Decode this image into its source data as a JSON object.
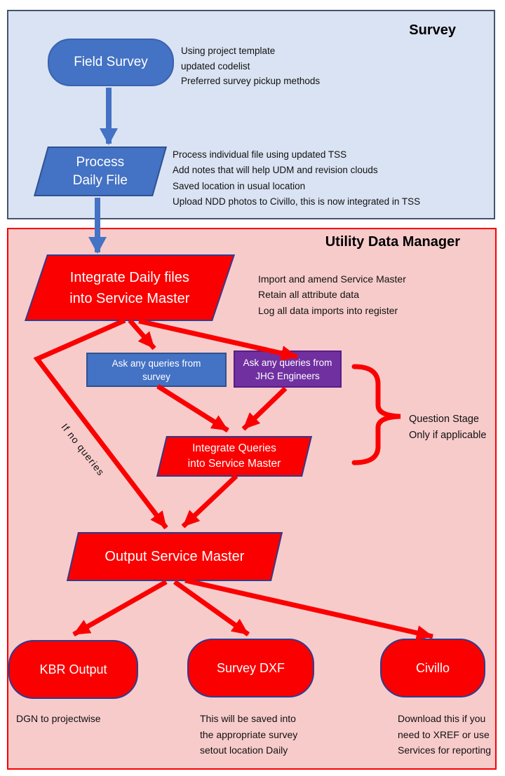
{
  "survey": {
    "title": "Survey",
    "field_survey": {
      "label": "Field Survey"
    },
    "field_survey_notes": [
      "Using project template",
      "updated codelist",
      "Preferred survey pickup methods"
    ],
    "process_daily": {
      "line1": "Process",
      "line2": "Daily File"
    },
    "process_notes": [
      "Process individual file using updated TSS",
      "Add notes that will help UDM and revision clouds",
      "Saved location in usual location",
      "Upload NDD photos to Civillo, this is now integrated in TSS"
    ]
  },
  "udm": {
    "title": "Utility Data Manager",
    "integrate_daily": {
      "line1": "Integrate Daily files",
      "line2": "into Service Master"
    },
    "integrate_daily_notes": [
      "Import and amend Service Master",
      "Retain all attribute data",
      "Log all data imports into register"
    ],
    "ask_survey": {
      "line1": "Ask any queries from",
      "line2": "survey"
    },
    "ask_jhg": {
      "line1": "Ask any queries from",
      "line2": "JHG Engineers"
    },
    "if_no_queries": "If no queries",
    "question_stage": [
      "Question Stage",
      "Only if applicable"
    ],
    "integrate_queries": {
      "line1": "Integrate Queries",
      "line2": "into Service Master"
    },
    "output_service_master": {
      "label": "Output Service Master"
    },
    "outputs": [
      {
        "label": "KBR Output",
        "notes": [
          "DGN to projectwise"
        ]
      },
      {
        "label": "Survey DXF",
        "notes": [
          "This will be saved into",
          "the appropriate survey",
          "setout location Daily"
        ]
      },
      {
        "label": "Civillo",
        "notes": [
          "Download this if you",
          "need to XREF or use",
          "Services for reporting"
        ]
      }
    ]
  },
  "colors": {
    "survey_bg": "#dae3f3",
    "survey_border": "#44546a",
    "udm_bg": "#f8cbcb",
    "udm_border": "#fb0000",
    "blue": "#4472c4",
    "blue_dark": "#2f528f",
    "red": "#fb0000",
    "shape_border": "#2e3d8f",
    "purple": "#7030a0"
  }
}
